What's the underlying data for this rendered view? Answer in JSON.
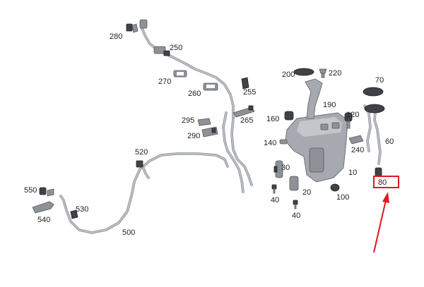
{
  "colors": {
    "highlight_box": "#e0191f",
    "arrow": "#e0191f",
    "label_text": "#222222",
    "hose": "#b9bcc1",
    "part": "#8e9297"
  },
  "labels": {
    "p280": "280",
    "p250": "250",
    "p270": "270",
    "p260": "260",
    "p255": "255",
    "p295": "295",
    "p290": "290",
    "p265": "265",
    "p520": "520",
    "p550": "550",
    "p530": "530",
    "p540": "540",
    "p500": "500",
    "p200": "200",
    "p220": "220",
    "p190": "190",
    "p160": "160",
    "p140": "140",
    "p30": "30",
    "p40a": "40",
    "p20": "20",
    "p40b": "40",
    "p100": "100",
    "p10": "10",
    "p120": "120",
    "p240": "240",
    "p70": "70",
    "p60": "60",
    "p80": "80"
  }
}
